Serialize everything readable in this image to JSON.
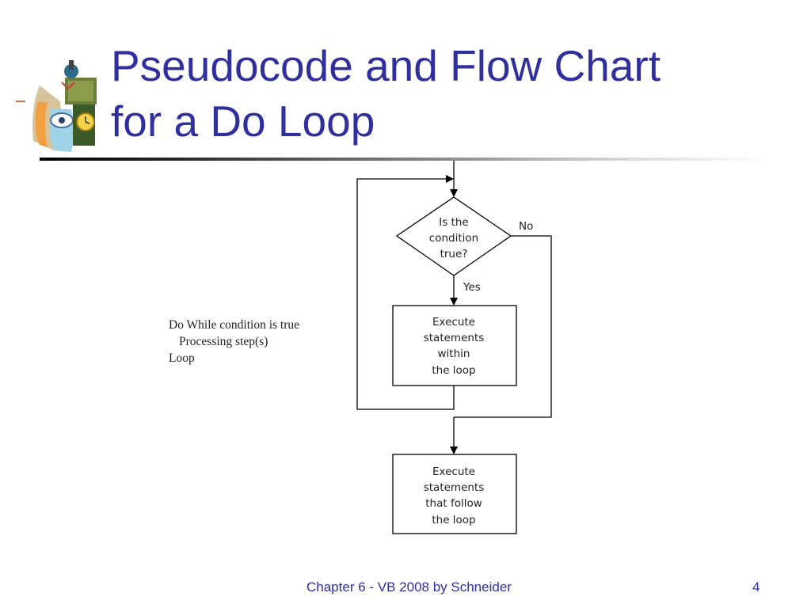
{
  "slide": {
    "title_lines": [
      "Pseudocode and Flow Chart",
      "for a Do Loop"
    ],
    "pseudocode": [
      "Do While condition is true",
      "Processing step(s)",
      "Loop"
    ],
    "footer": "Chapter 6 - VB 2008 by Schneider",
    "page_number": "4"
  },
  "flowchart": {
    "decision": [
      "Is the",
      "condition",
      "true?"
    ],
    "no_label": "No",
    "yes_label": "Yes",
    "loop_body": [
      "Execute",
      "statements",
      "within",
      "the loop"
    ],
    "after_loop": [
      "Execute",
      "statements",
      "that follow",
      "the loop"
    ]
  },
  "colors": {
    "title": "#2f2f9e",
    "footer": "#2f2f9e",
    "diagram_line": "#000000"
  },
  "icons": [
    "clip-art-logo-icon"
  ]
}
